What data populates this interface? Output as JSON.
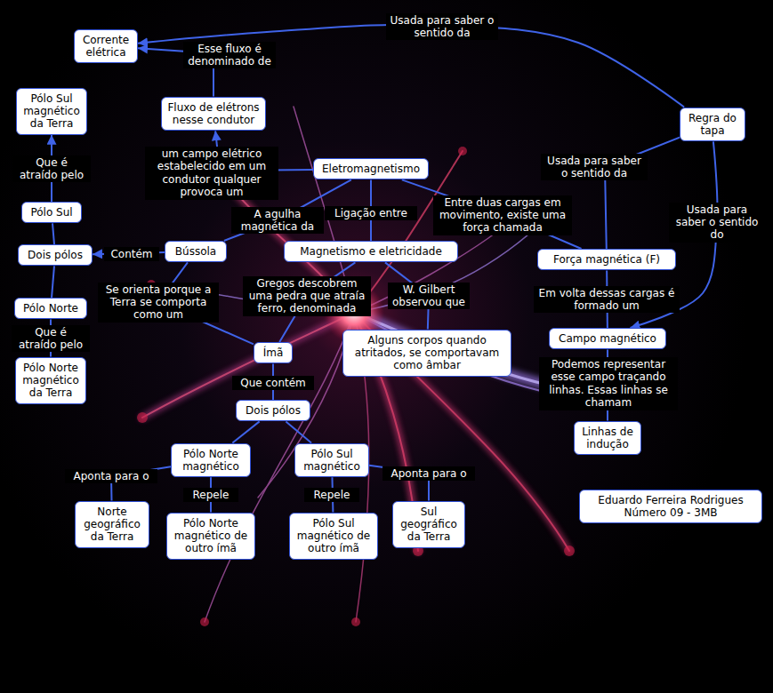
{
  "diagram": {
    "nodes": [
      {
        "text": [
          "Corrente elétrica"
        ]
      },
      {
        "text": [
          "Pólo Sul magnético da Terra"
        ]
      },
      {
        "text": [
          "Fluxo de elétrons nesse condutor"
        ]
      },
      {
        "text": [
          "Regra do tapa"
        ]
      },
      {
        "text": [
          "Eletromagnetismo"
        ]
      },
      {
        "text": [
          "Pólo Sul"
        ]
      },
      {
        "text": [
          "Dois pólos"
        ]
      },
      {
        "text": [
          "Bússola"
        ]
      },
      {
        "text": [
          "Magnetismo e eletricidade"
        ]
      },
      {
        "text": [
          "Força magnética (F)"
        ]
      },
      {
        "text": [
          "Pólo Norte"
        ]
      },
      {
        "text": [
          "Ímã"
        ]
      },
      {
        "text": [
          "Alguns corpos quando atritados, se comportavam como âmbar"
        ]
      },
      {
        "text": [
          "Campo magnético"
        ]
      },
      {
        "text": [
          "Pólo Norte magnético da Terra"
        ]
      },
      {
        "text": [
          "Dois pólos"
        ]
      },
      {
        "text": [
          "Linhas de indução"
        ]
      },
      {
        "text": [
          "Pólo Norte magnético"
        ]
      },
      {
        "text": [
          "Pólo Sul magnético"
        ]
      },
      {
        "text": [
          "Eduardo Ferreira Rodrigues Número 09 - 3MB"
        ]
      },
      {
        "text": [
          "Norte geográfico da Terra"
        ]
      },
      {
        "text": [
          "Pólo Norte magnético de outro ímã"
        ]
      },
      {
        "text": [
          "Pólo Sul magnético de outro ímã"
        ]
      },
      {
        "text": [
          "Sul geográfico da Terra"
        ]
      }
    ],
    "edges": [
      {
        "from": 3,
        "to": 0,
        "label": "Usada para saber o sentido da",
        "arrow": "to"
      },
      {
        "from": 2,
        "to": 0,
        "label": "Esse fluxo é denominado de",
        "arrow": "to"
      },
      {
        "from": 4,
        "to": 2,
        "label": "um campo elétrico estabelecido em um condutor qualquer provoca um",
        "arrow": "to"
      },
      {
        "from": 4,
        "to": 8,
        "label": "Ligação entre",
        "arrow": "none"
      },
      {
        "from": 4,
        "to": 9,
        "label": "Entre duas cargas em movimento, existe uma força chamada",
        "arrow": "none"
      },
      {
        "from": 4,
        "to": 7,
        "label": "A agulha magnética da",
        "arrow": "none"
      },
      {
        "from": 7,
        "to": 6,
        "label": "Contém",
        "arrow": "to"
      },
      {
        "from": 6,
        "to": 5,
        "arrow": "none"
      },
      {
        "from": 6,
        "to": 10,
        "arrow": "none"
      },
      {
        "from": 5,
        "to": 1,
        "label": "Que é atraído pelo",
        "arrow": "to"
      },
      {
        "from": 10,
        "to": 14,
        "label": "Que é atraído pelo",
        "arrow": "none"
      },
      {
        "from": 7,
        "to": 11,
        "label": "Se orienta porque a Terra se comporta como um",
        "arrow": "none"
      },
      {
        "from": 8,
        "to": 11,
        "label": "Gregos descobrem uma pedra que atraía ferro, denominada",
        "arrow": "none"
      },
      {
        "from": 8,
        "to": 12,
        "label": "W. Gilbert observou que",
        "arrow": "none"
      },
      {
        "from": 11,
        "to": 15,
        "label": "Que contém",
        "arrow": "none"
      },
      {
        "from": 15,
        "to": 17,
        "arrow": "none"
      },
      {
        "from": 15,
        "to": 18,
        "arrow": "none"
      },
      {
        "from": 17,
        "to": 20,
        "label": "Aponta para o",
        "arrow": "none"
      },
      {
        "from": 17,
        "to": 21,
        "label": "Repele",
        "arrow": "none"
      },
      {
        "from": 18,
        "to": 22,
        "label": "Repele",
        "arrow": "none"
      },
      {
        "from": 18,
        "to": 23,
        "label": "Aponta para o",
        "arrow": "none"
      },
      {
        "from": 3,
        "to": 9,
        "label": "Usada para saber o sentido da",
        "arrow": "none"
      },
      {
        "from": 3,
        "to": 13,
        "label": "Usada para saber o sentido do",
        "arrow": "to"
      },
      {
        "from": 9,
        "to": 13,
        "label": "Em volta dessas cargas é formado um",
        "arrow": "none"
      },
      {
        "from": 13,
        "to": 16,
        "label": "Podemos representar esse campo traçando linhas. Essas linhas se chamam",
        "arrow": "none"
      }
    ]
  }
}
